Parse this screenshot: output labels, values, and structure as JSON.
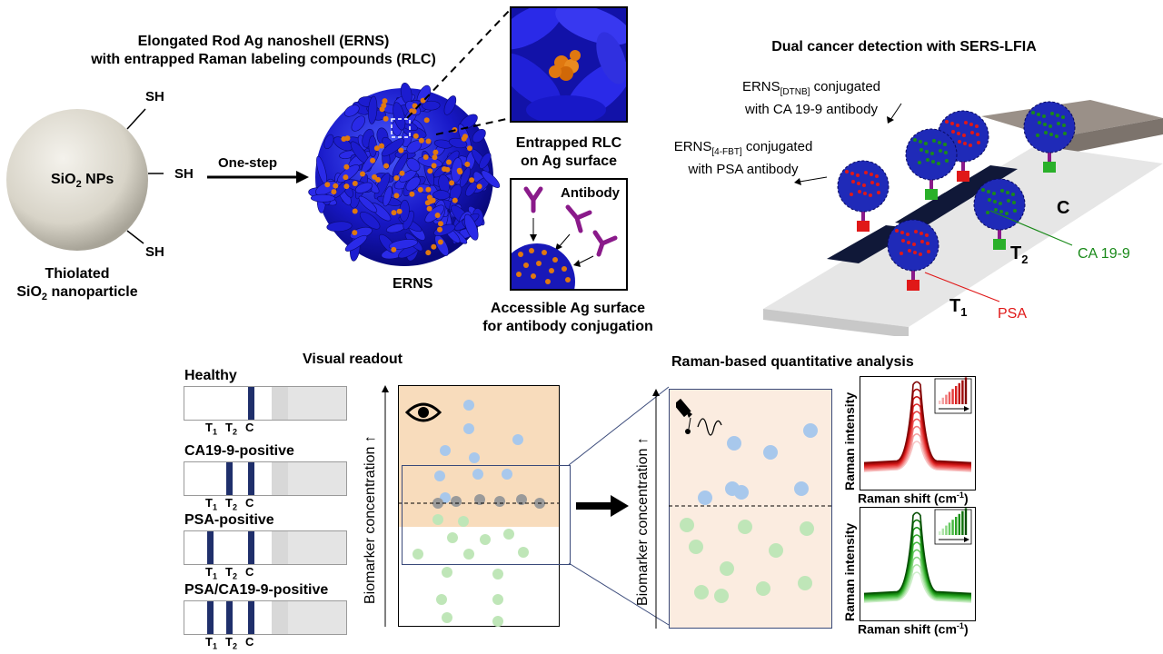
{
  "top": {
    "title_line1": "Elongated Rod Ag nanoshell (ERNS)",
    "title_line2": "with entrapped Raman labeling compounds (RLC)",
    "sio2_label": "SiO",
    "sio2_sub": "2",
    "sio2_suffix": " NPs",
    "sh_label": "SH",
    "thiolated_line1": "Thiolated",
    "thiolated_line2_a": "SiO",
    "thiolated_line2_sub": "2",
    "thiolated_line2_b": " nanoparticle",
    "one_step": "One-step",
    "erns_label": "ERNS",
    "entrapped_line1": "Entrapped RLC",
    "entrapped_line2": "on Ag surface",
    "antibody_label": "Antibody",
    "accessible_line1": "Accessible Ag surface",
    "accessible_line2": "for antibody conjugation"
  },
  "lfia": {
    "title": "Dual cancer detection with SERS-LFIA",
    "dtnb_a": "ERNS",
    "dtnb_sub": "[DTNB]",
    "dtnb_b": " conjugated",
    "dtnb_line2": "with CA 19-9 antibody",
    "fbt_a": "ERNS",
    "fbt_sub": "[4-FBT]",
    "fbt_b": " conjugated",
    "fbt_line2": "with PSA antibody",
    "c_label": "C",
    "t2_label": "T",
    "t2_sub": "2",
    "t1_label": "T",
    "t1_sub": "1",
    "ca199": "CA 19-9",
    "psa": "PSA"
  },
  "bottom": {
    "visual_readout": "Visual readout",
    "raman_title": "Raman-based quantitative analysis",
    "biomarker_axis": "Biomarker concentration",
    "arrow_up": "↑",
    "strips": [
      {
        "label": "Healthy",
        "t1": "T",
        "t2": "T",
        "c": "C",
        "s1": "1",
        "s2": "2"
      },
      {
        "label": "CA19-9-positive",
        "t1": "T",
        "t2": "T",
        "c": "C",
        "s1": "1",
        "s2": "2"
      },
      {
        "label": "PSA-positive",
        "t1": "T",
        "t2": "T",
        "c": "C",
        "s1": "1",
        "s2": "2"
      },
      {
        "label": "PSA/CA19-9-positive",
        "t1": "T",
        "t2": "T",
        "c": "C",
        "s1": "1",
        "s2": "2"
      }
    ],
    "spectra": {
      "ylabel": "Raman intensity",
      "xlabel_a": "Raman shift (cm",
      "xlabel_sup": "-1",
      "xlabel_b": ")"
    }
  },
  "colors": {
    "sphere": "#d8d4c8",
    "erns_blue": "#1a1ad8",
    "rlc_orange": "#e07810",
    "antibody": "#8a1a8a",
    "band": "#1f2f6b",
    "peach": "#f8dcbc",
    "light_peach": "#fbece0",
    "blue_dot": "#a8c8ec",
    "green_dot": "#bfe6b8",
    "gray_dot": "#9a9a9a",
    "red": "#e01818",
    "green": "#1a8a1a"
  }
}
